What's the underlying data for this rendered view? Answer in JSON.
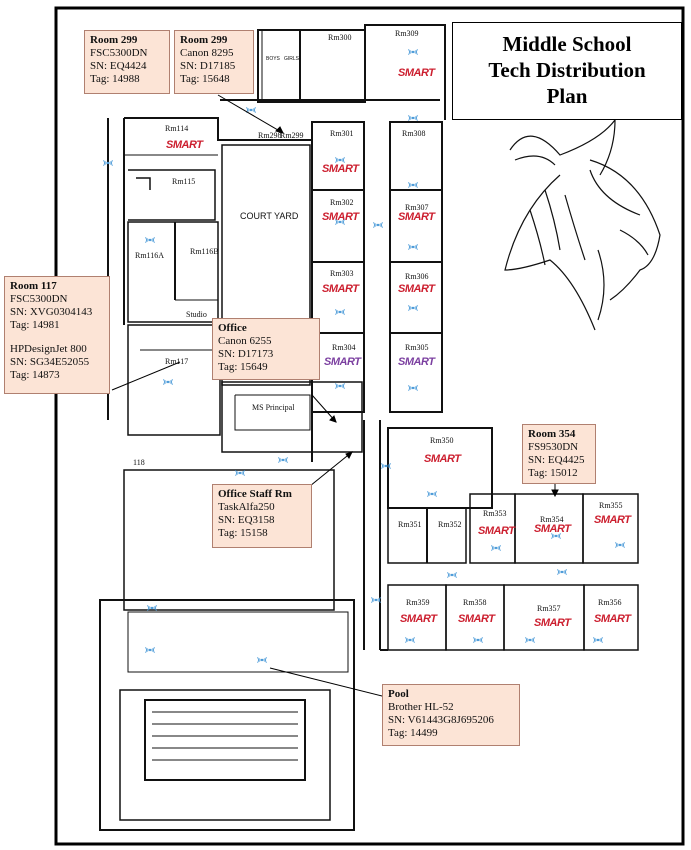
{
  "title": {
    "line1": "Middle School",
    "line2": "Tech Distribution",
    "line3": "Plan"
  },
  "labels": {
    "court_yard": "COURT YARD",
    "ms_principal": "MS Principal",
    "boys": "BOYS",
    "girls": "GIRLS",
    "studio": "Studio",
    "smart": "SMART"
  },
  "rooms": [
    {
      "id": "rm300",
      "label": "Rm300"
    },
    {
      "id": "rm309",
      "label": "Rm309"
    },
    {
      "id": "rm114",
      "label": "Rm114"
    },
    {
      "id": "rm298",
      "label": "Rm298"
    },
    {
      "id": "rm299",
      "label": "Rm299"
    },
    {
      "id": "rm301",
      "label": "Rm301"
    },
    {
      "id": "rm308",
      "label": "Rm308"
    },
    {
      "id": "rm115",
      "label": "Rm115"
    },
    {
      "id": "rm302",
      "label": "Rm302"
    },
    {
      "id": "rm307",
      "label": "Rm307"
    },
    {
      "id": "rm116a",
      "label": "Rm116A"
    },
    {
      "id": "rm116b",
      "label": "Rm116B"
    },
    {
      "id": "rm303",
      "label": "Rm303"
    },
    {
      "id": "rm306",
      "label": "Rm306"
    },
    {
      "id": "rm304",
      "label": "Rm304"
    },
    {
      "id": "rm305",
      "label": "Rm305"
    },
    {
      "id": "rm117",
      "label": "Rm117"
    },
    {
      "id": "rm350",
      "label": "Rm350"
    },
    {
      "id": "rm351",
      "label": "Rm351"
    },
    {
      "id": "rm352",
      "label": "Rm352"
    },
    {
      "id": "rm353",
      "label": "Rm353"
    },
    {
      "id": "rm354",
      "label": "Rm354"
    },
    {
      "id": "rm355",
      "label": "Rm355"
    },
    {
      "id": "rm359",
      "label": "Rm359"
    },
    {
      "id": "rm358",
      "label": "Rm358"
    },
    {
      "id": "rm357",
      "label": "Rm357"
    },
    {
      "id": "rm356",
      "label": "Rm356"
    },
    {
      "id": "rm118",
      "label": "118"
    }
  ],
  "smart_boards": {
    "red": [
      "rm309",
      "rm114",
      "rm301",
      "rm302",
      "rm307",
      "rm303",
      "rm306",
      "rm350",
      "rm353",
      "rm354",
      "rm355",
      "rm359",
      "rm358",
      "rm357",
      "rm356"
    ],
    "purple": [
      "rm304",
      "rm305"
    ]
  },
  "callouts": {
    "room299a": {
      "heading": "Room 299",
      "lines": [
        "FSC5300DN",
        "SN:  EQ4424",
        "Tag:  14988"
      ]
    },
    "room299b": {
      "heading": "Room 299",
      "lines": [
        "Canon 8295",
        "SN:  D17185",
        "Tag:  15648"
      ]
    },
    "room117": {
      "heading": "Room 117",
      "lines": [
        "FSC5300DN",
        "SN:  XVG0304143",
        "Tag:  14981",
        "",
        "HPDesignJet 800",
        "SN:  SG34E52055",
        "Tag:  14873"
      ]
    },
    "office": {
      "heading": "Office",
      "lines": [
        "Canon 6255",
        "SN:  D17173",
        "Tag:  15649"
      ]
    },
    "office_staff": {
      "heading": "Office Staff Rm",
      "lines": [
        "TaskAlfa250",
        "SN:  EQ3158",
        "Tag:  15158"
      ]
    },
    "room354": {
      "heading": "Room 354",
      "lines": [
        "FS9530DN",
        "SN:  EQ4425",
        "Tag:  15012"
      ]
    },
    "pool": {
      "heading": "Pool",
      "lines": [
        "Brother HL-52",
        "SN:  V61443G8J695206",
        "Tag:  14499"
      ]
    }
  },
  "colors": {
    "callout_fill": "#fce4d6",
    "smart_red": "#cc1f2f",
    "smart_purple": "#7b3fa0",
    "wifi_blue": "#4a9ad8"
  }
}
